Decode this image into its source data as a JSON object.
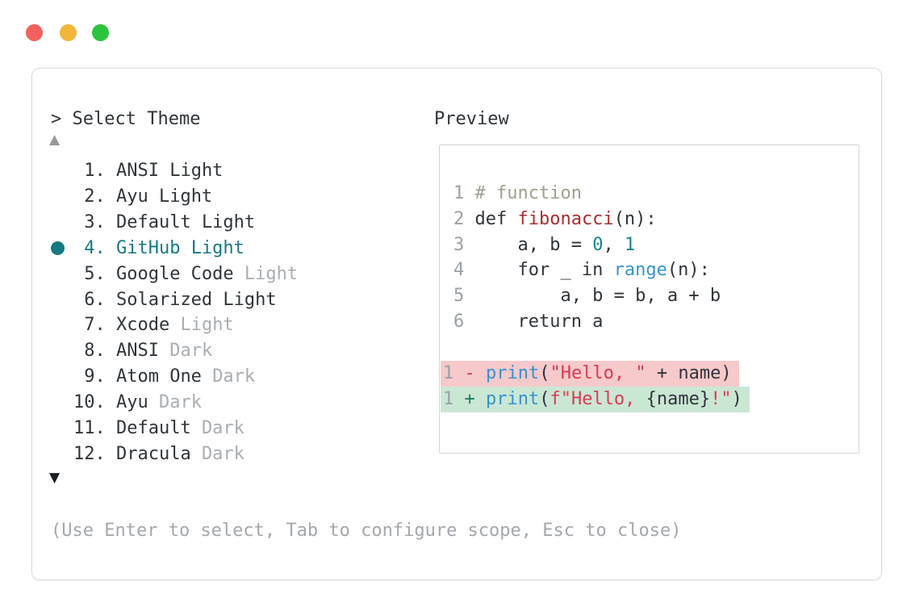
{
  "window": {
    "traffic_lights": [
      {
        "name": "close",
        "color": "#f4605d"
      },
      {
        "name": "minimize",
        "color": "#f2b63b"
      },
      {
        "name": "zoom",
        "color": "#2bc43d"
      }
    ]
  },
  "prompt": {
    "caret": ">",
    "title": "Select Theme"
  },
  "scroll": {
    "up_glyph": "▲",
    "down_glyph": "▼"
  },
  "theme_list": {
    "selected_index": 3,
    "items": [
      {
        "number": "1.",
        "label": "ANSI",
        "variant": "Light",
        "variant_muted": false,
        "selected": false
      },
      {
        "number": "2.",
        "label": "Ayu",
        "variant": "Light",
        "variant_muted": false,
        "selected": false
      },
      {
        "number": "3.",
        "label": "Default",
        "variant": "Light",
        "variant_muted": false,
        "selected": false
      },
      {
        "number": "4.",
        "label": "GitHub",
        "variant": "Light",
        "variant_muted": false,
        "selected": true
      },
      {
        "number": "5.",
        "label": "Google Code",
        "variant": "Light",
        "variant_muted": true,
        "selected": false
      },
      {
        "number": "6.",
        "label": "Solarized",
        "variant": "Light",
        "variant_muted": false,
        "selected": false
      },
      {
        "number": "7.",
        "label": "Xcode",
        "variant": "Light",
        "variant_muted": true,
        "selected": false
      },
      {
        "number": "8.",
        "label": "ANSI",
        "variant": "Dark",
        "variant_muted": true,
        "selected": false
      },
      {
        "number": "9.",
        "label": "Atom One",
        "variant": "Dark",
        "variant_muted": true,
        "selected": false
      },
      {
        "number": "10.",
        "label": "Ayu",
        "variant": "Dark",
        "variant_muted": true,
        "selected": false
      },
      {
        "number": "11.",
        "label": "Default",
        "variant": "Dark",
        "variant_muted": true,
        "selected": false
      },
      {
        "number": "12.",
        "label": "Dracula",
        "variant": "Dark",
        "variant_muted": true,
        "selected": false
      }
    ]
  },
  "preview": {
    "label": "Preview",
    "code_lines": [
      {
        "number": "1",
        "segments": [
          {
            "text": "# function",
            "style": "comment"
          }
        ]
      },
      {
        "number": "2",
        "segments": [
          {
            "text": "def ",
            "style": "fg"
          },
          {
            "text": "fibonacci",
            "style": "func"
          },
          {
            "text": "(n):",
            "style": "fg"
          }
        ]
      },
      {
        "number": "3",
        "segments": [
          {
            "text": "    a, b = ",
            "style": "fg"
          },
          {
            "text": "0",
            "style": "num"
          },
          {
            "text": ", ",
            "style": "fg"
          },
          {
            "text": "1",
            "style": "num"
          }
        ]
      },
      {
        "number": "4",
        "segments": [
          {
            "text": "    for _ in ",
            "style": "fg"
          },
          {
            "text": "range",
            "style": "builtin"
          },
          {
            "text": "(n):",
            "style": "fg"
          }
        ]
      },
      {
        "number": "5",
        "segments": [
          {
            "text": "        a, b = b, a + b",
            "style": "fg"
          }
        ]
      },
      {
        "number": "6",
        "segments": [
          {
            "text": "    return a",
            "style": "fg"
          }
        ]
      }
    ],
    "diff_lines": [
      {
        "number": "1",
        "sign": "-",
        "type": "removed",
        "segments": [
          {
            "text": "print",
            "style": "builtin"
          },
          {
            "text": "(",
            "style": "fg"
          },
          {
            "text": "\"Hello, \"",
            "style": "string"
          },
          {
            "text": " + name)",
            "style": "fg"
          }
        ]
      },
      {
        "number": "1",
        "sign": "+",
        "type": "added",
        "segments": [
          {
            "text": "print",
            "style": "builtin"
          },
          {
            "text": "(",
            "style": "fg"
          },
          {
            "text": "f\"Hello, ",
            "style": "string"
          },
          {
            "text": "{name}",
            "style": "fg"
          },
          {
            "text": "!\"",
            "style": "string"
          },
          {
            "text": ")",
            "style": "fg"
          }
        ]
      }
    ]
  },
  "footer": {
    "hint": "(Use Enter to select, Tab to configure scope, Esc to close)"
  },
  "colors": {
    "accent_teal": "#157a82",
    "text": "#2f353a",
    "muted": "#a9aeb2",
    "comment": "#9ca18d",
    "function_red": "#ad2c31",
    "number_teal": "#15868d",
    "builtin_blue": "#3793cf",
    "string_red": "#da3b52",
    "removed_bg": "#f6c9cb",
    "added_bg": "#cae7d4"
  }
}
